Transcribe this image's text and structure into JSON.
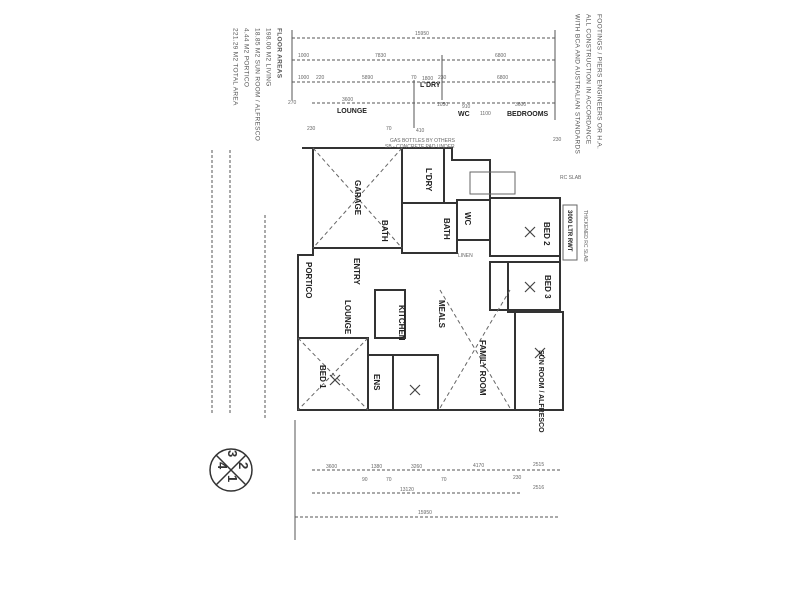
{
  "floor_areas": {
    "heading": "FLOOR AREAS",
    "lines": [
      "198.00  M2  LIVING",
      "18.85  M2  SUN ROOM / ALFRESCO",
      "4.44  M2  PORTICO",
      "221.29  M2  TOTAL AREA"
    ]
  },
  "notes": [
    "FOOTINGS / PIERS ENGINEERS OR H.A.",
    "ALL CONSTRUCTION IN ACCORDANCE",
    "WITH BCA AND AUSTRALIAN STANDARDS"
  ],
  "top_dimensions": {
    "overall": "15950",
    "row2": [
      "1000",
      "7830",
      "6800"
    ],
    "row3": [
      "1000",
      "220",
      "5890",
      "70",
      "1800",
      "230",
      "6800"
    ],
    "row4": [
      "3600",
      "1050",
      "910",
      "1100",
      "3600"
    ],
    "labels": [
      "LOUNGE",
      "L'DRY",
      "WC",
      "BEDROOMS"
    ],
    "small": [
      "270",
      "230",
      "70",
      "410",
      "230"
    ]
  },
  "bottom_dimensions": {
    "row1": [
      "3600",
      "1380",
      "3260",
      "4170",
      "2515"
    ],
    "small": [
      "90",
      "70",
      "70",
      "230"
    ],
    "row2": [
      "13120",
      "2516"
    ],
    "overall": "15950"
  },
  "rooms": [
    "GARAGE",
    "L'DRY",
    "BATH",
    "BATH",
    "WC",
    "BED 2",
    "3000 LTR RWT",
    "PORTICO",
    "ENTRY",
    "LOUNGE",
    "KITCHEN",
    "MEALS",
    "BED 3",
    "FAMILY ROOM",
    "BED 1",
    "ENS",
    "SUN ROOM / ALFRESCO",
    "LINEN"
  ],
  "plan_notes": {
    "gas": "GAS BOTTLES BY OTHERS",
    "slab": "SB - CONCRETE PAD UNDER",
    "rwt_slab": "THICKENED RC SLAB",
    "reslab": "RC SLAB"
  },
  "orientation_marker": [
    "4",
    "3",
    "1",
    "2"
  ]
}
